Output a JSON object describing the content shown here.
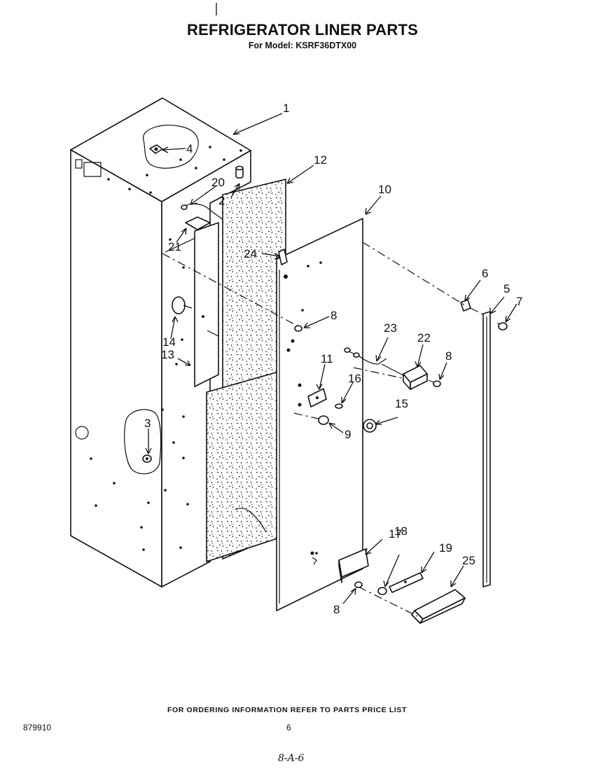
{
  "header": {
    "title": "REFRIGERATOR LINER PARTS",
    "subtitle": "For Model: KSRF36DTX00"
  },
  "callouts": [
    {
      "id": "c1",
      "label": "1"
    },
    {
      "id": "c2",
      "label": "2"
    },
    {
      "id": "c3",
      "label": "3"
    },
    {
      "id": "c4",
      "label": "4"
    },
    {
      "id": "c5",
      "label": "5"
    },
    {
      "id": "c6",
      "label": "6"
    },
    {
      "id": "c7",
      "label": "7"
    },
    {
      "id": "c8a",
      "label": "8"
    },
    {
      "id": "c8b",
      "label": "8"
    },
    {
      "id": "c8c",
      "label": "8"
    },
    {
      "id": "c9",
      "label": "9"
    },
    {
      "id": "c10",
      "label": "10"
    },
    {
      "id": "c11",
      "label": "11"
    },
    {
      "id": "c12",
      "label": "12"
    },
    {
      "id": "c13",
      "label": "13"
    },
    {
      "id": "c14",
      "label": "14"
    },
    {
      "id": "c15",
      "label": "15"
    },
    {
      "id": "c16",
      "label": "16"
    },
    {
      "id": "c17",
      "label": "17"
    },
    {
      "id": "c18",
      "label": "18"
    },
    {
      "id": "c19",
      "label": "19"
    },
    {
      "id": "c20",
      "label": "20"
    },
    {
      "id": "c21",
      "label": "21"
    },
    {
      "id": "c22",
      "label": "22"
    },
    {
      "id": "c23",
      "label": "23"
    },
    {
      "id": "c24",
      "label": "24"
    },
    {
      "id": "c25",
      "label": "25"
    }
  ],
  "footer": {
    "ordering_note": "FOR ORDERING INFORMATION REFER TO PARTS PRICE LIST",
    "doc_number": "879910",
    "page_number": "6",
    "handwritten_note": "8-A-6"
  }
}
